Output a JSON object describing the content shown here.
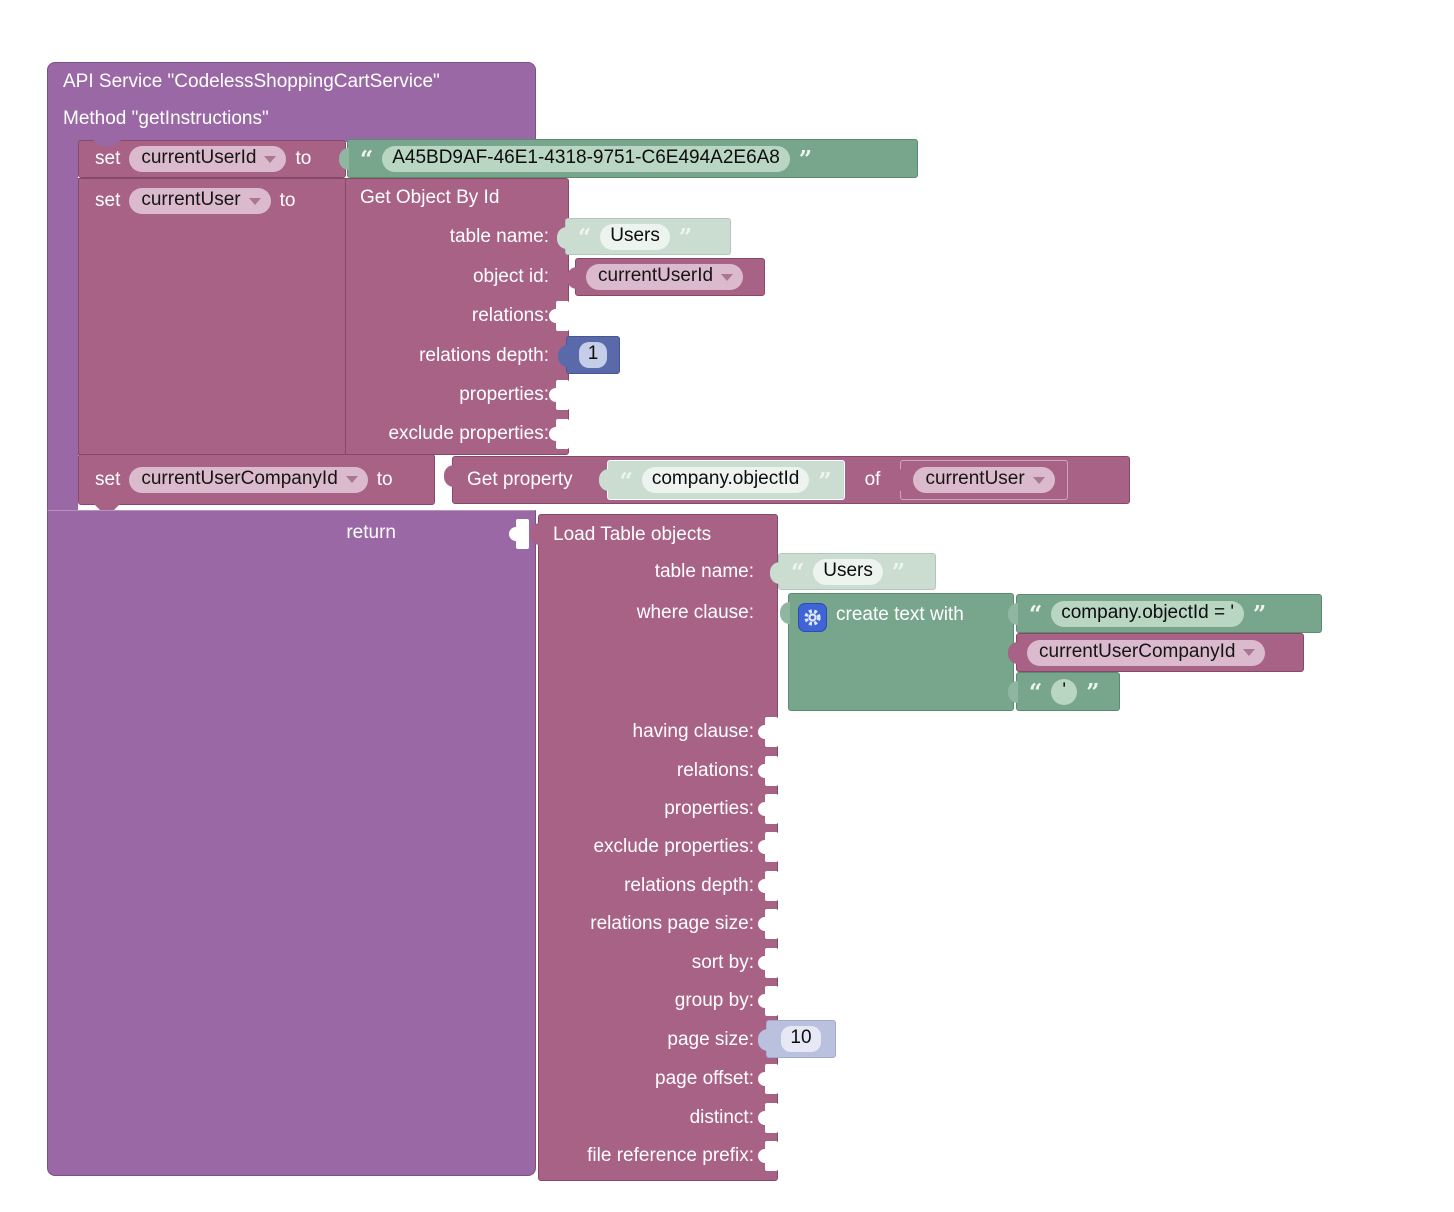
{
  "header": {
    "title_line1": "API Service \"CodelessShoppingCartService\"",
    "title_line2": "Method \"getInstructions\""
  },
  "set_current_user_id": {
    "set": "set",
    "variable": "currentUserId",
    "to": "to"
  },
  "uuid_value": "A45BD9AF-46E1-4318-9751-C6E494A2E6A8",
  "set_current_user": {
    "set": "set",
    "variable": "currentUser",
    "to": "to"
  },
  "get_object_by_id": {
    "title": "Get Object By Id",
    "labels": [
      "table name:",
      "object id:",
      "relations:",
      "relations depth:",
      "properties:",
      "exclude properties:"
    ],
    "table_name_value": "Users",
    "object_id_value": "currentUserId",
    "relations_depth_value": "1"
  },
  "set_company_id": {
    "set": "set",
    "variable": "currentUserCompanyId",
    "to": "to"
  },
  "get_property": {
    "title": "Get property",
    "property_value": "company.objectId",
    "of": "of",
    "target_value": "currentUser"
  },
  "return_label": "return",
  "load_table": {
    "title": "Load Table objects",
    "labels": [
      "table name:",
      "where clause:",
      "having clause:",
      "relations:",
      "properties:",
      "exclude properties:",
      "relations depth:",
      "relations page size:",
      "sort by:",
      "group by:",
      "page size:",
      "page offset:",
      "distinct:",
      "file reference prefix:"
    ],
    "table_name_value": "Users",
    "page_size_value": "10"
  },
  "create_text": {
    "title": "create text with",
    "part1": "company.objectId = '",
    "part2": "currentUserCompanyId",
    "part3": "'"
  },
  "quotes": {
    "open": "“",
    "close": "”"
  },
  "icons": {
    "gear": "gear-icon",
    "dropdown_arrow": "chevron-down-icon"
  },
  "colors": {
    "purple": "#9a68a4",
    "mauve": "#a86285",
    "green": "#78a68c",
    "shadow_green": "#cbdcd1",
    "blue": "#5a69aa",
    "shadow_blue": "#bac1de",
    "pill_pink": "#dcbacd",
    "gear_blue": "#3e64d6"
  }
}
